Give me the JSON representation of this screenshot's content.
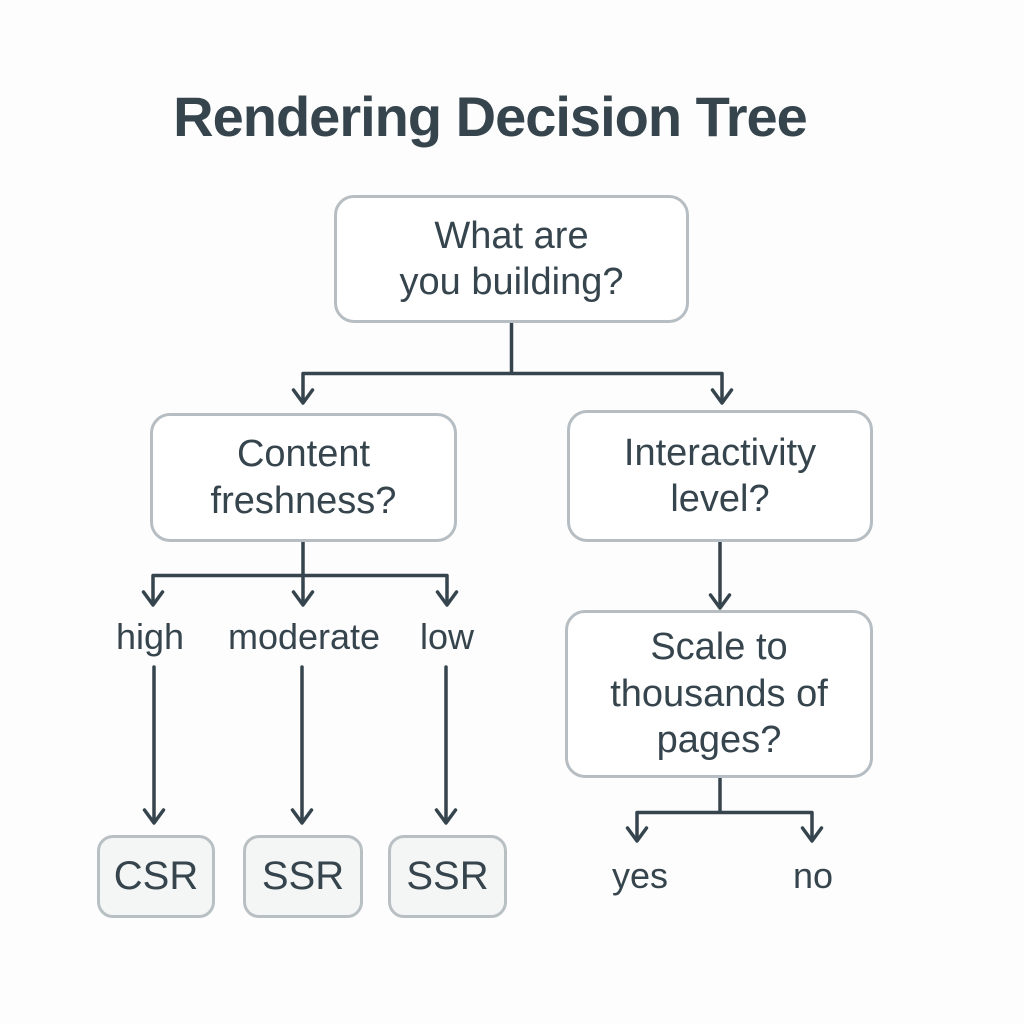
{
  "title": "Rendering Decision Tree",
  "nodes": {
    "root": "What are\nyou building?",
    "content_freshness": "Content\nfreshness?",
    "interactivity_level": "Interactivity\nlevel?",
    "scale_pages": "Scale to\nthousands of\npages?",
    "result_high": "CSR",
    "result_moderate": "SSR",
    "result_low": "SSR"
  },
  "edge_labels": {
    "high": "high",
    "moderate": "moderate",
    "low": "low",
    "yes": "yes",
    "no": "no"
  },
  "colors": {
    "text": "#36454d",
    "line": "#36454d",
    "box_border": "#b6bec3",
    "box_fill": "#ffffff",
    "leaf_fill": "#f4f5f5",
    "leaf_border": "#b9c0c4",
    "background": "#fdfdfd"
  }
}
